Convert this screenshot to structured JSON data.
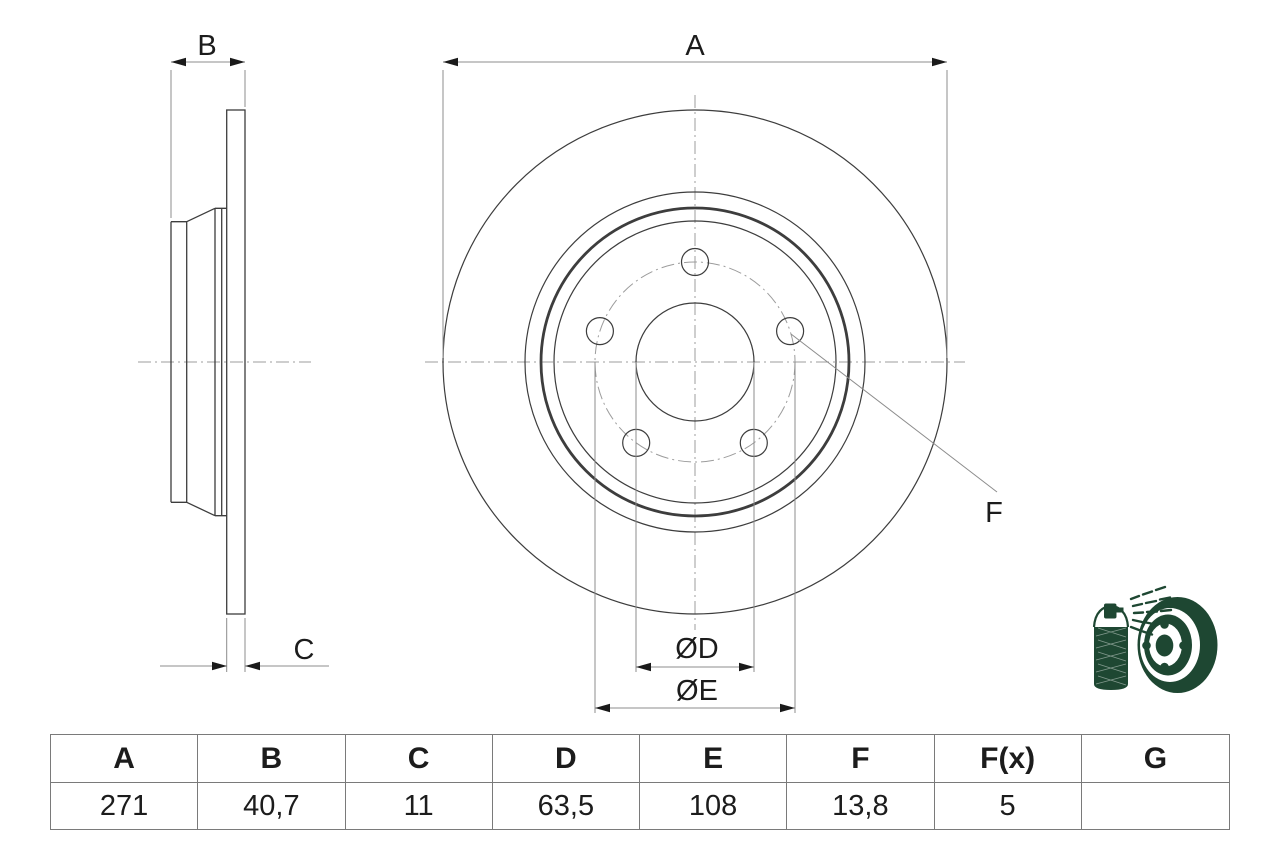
{
  "title": "brake-disc-technical-drawing",
  "colors": {
    "background": "#ffffff",
    "part_line": "#3d3d3d",
    "dimension_line": "#8c8c8c",
    "centerline": "#9c9c9c",
    "arrow": "#1a1a1a",
    "text": "#1c1c1c",
    "table_border": "#7a7a7a",
    "icon_green": "#1e4732"
  },
  "drawing": {
    "dim_a": {
      "label": "A"
    },
    "dim_b": {
      "label": "B"
    },
    "dim_c": {
      "label": "C"
    },
    "dim_d": {
      "label": "ØD"
    },
    "dim_e": {
      "label": "ØE"
    },
    "dim_f": {
      "label": "F"
    },
    "bolt_hole_count": 5,
    "views": [
      "side-profile",
      "front-face"
    ]
  },
  "icon": {
    "name": "spray-can-coated-disc-icon"
  },
  "table": {
    "headers": [
      "A",
      "B",
      "C",
      "D",
      "E",
      "F",
      "F(x)",
      "G"
    ],
    "values": [
      "271",
      "40,7",
      "11",
      "63,5",
      "108",
      "13,8",
      "5",
      ""
    ]
  }
}
